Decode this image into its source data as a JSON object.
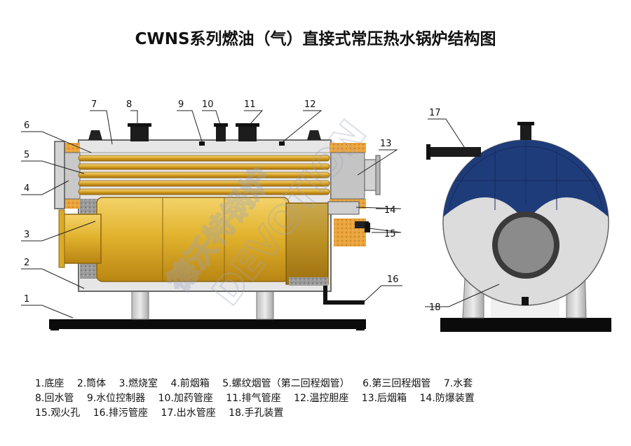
{
  "title": "CWNS系列燃油（气）直接式常压热水锅炉结构图",
  "watermark": {
    "brand": "DEVOTION",
    "chinese": "德沃特锅炉"
  },
  "colors": {
    "shell": "#e4e4e4",
    "shell_edge": "#6a6a6a",
    "furnace": "#d8a520",
    "tubes": "#d09a1a",
    "insulation": "#e6a640",
    "blue_shell": "#1f3c7a",
    "base": "#0a0a0a"
  },
  "callouts": {
    "n1": "1",
    "n2": "2",
    "n3": "3",
    "n4": "4",
    "n5": "5",
    "n6": "6",
    "n7": "7",
    "n8": "8",
    "n9": "9",
    "n10": "10",
    "n11": "11",
    "n12": "12",
    "n13": "13",
    "n14": "14",
    "n15": "15",
    "n16": "16",
    "n17": "17",
    "n18": "18"
  },
  "legend": {
    "row1": [
      "1.底座",
      "2.筒体",
      "3.燃烧室",
      "4.前烟箱",
      "5.螺纹烟管（第二回程烟管）",
      "6.第三回程烟管",
      "7.水套"
    ],
    "row2": [
      "8.回水管",
      "9.水位控制器",
      "10.加药管座",
      "11.排气管座",
      "12.温控胆座",
      "13.后烟箱",
      "14.防爆装置"
    ],
    "row3": [
      "15.观火孔",
      "16.排污管座",
      "17.出水管座",
      "18.手孔装置"
    ]
  }
}
